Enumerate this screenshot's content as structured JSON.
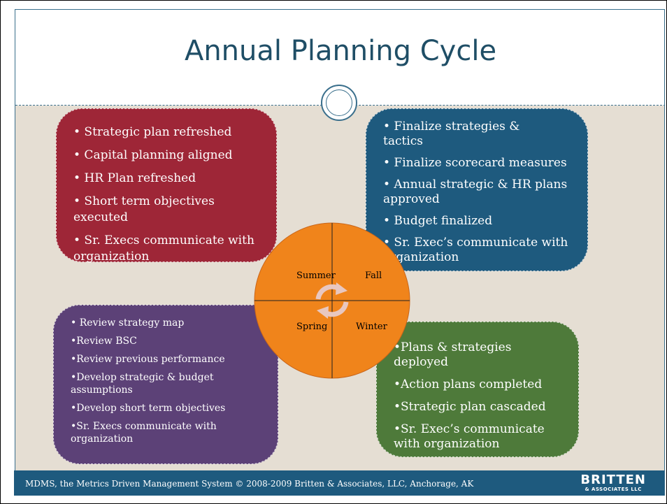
{
  "title": "Annual Planning Cycle",
  "boxes": {
    "summer": {
      "color": "#9e2637",
      "items": [
        "• Strategic plan refreshed",
        "• Capital planning aligned",
        "• HR Plan refreshed",
        "• Short term objectives executed",
        "• Sr. Execs communicate with organization"
      ]
    },
    "fall": {
      "color": "#1e5a7e",
      "items": [
        "• Finalize strategies & tactics",
        "• Finalize scorecard measures",
        "• Annual strategic & HR plans approved",
        "• Budget finalized",
        "• Sr. Exec’s communicate with organization"
      ]
    },
    "spring": {
      "color": "#5c4177",
      "items": [
        "• Review strategy map",
        "•Review BSC",
        "•Review previous performance",
        "•Develop strategic & budget assumptions",
        "•Develop short term objectives",
        "•Sr. Execs communicate with organization"
      ]
    },
    "winter": {
      "color": "#4e7a3a",
      "items": [
        "•Plans & strategies deployed",
        "•Action plans completed",
        "•Strategic plan cascaded",
        "•Sr. Exec’s communicate with organization"
      ]
    }
  },
  "wheel": {
    "color": "#f0841b",
    "seasons": {
      "summer": "Summer",
      "fall": "Fall",
      "spring": "Spring",
      "winter": "Winter"
    }
  },
  "footer": {
    "text": "MDMS, the Metrics Driven Management System © 2008-2009 Britten & Associates, LLC, Anchorage, AK",
    "logo_main": "BRITTEN",
    "logo_sub": "& ASSOCIATES LLC"
  }
}
